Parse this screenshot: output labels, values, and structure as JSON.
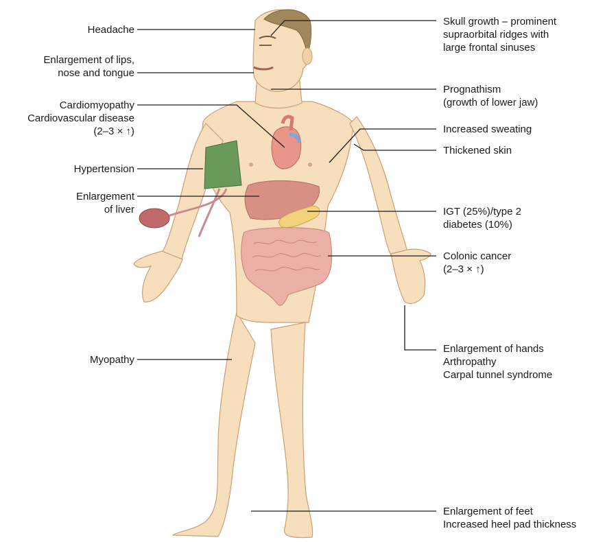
{
  "colors": {
    "skin": "#f6ddb9",
    "skin_outline": "#d9b487",
    "hair": "#a08458",
    "organ_pink": "#eab0a6",
    "liver": "#d98f84",
    "pancreas": "#f2d27a",
    "heart": "#e8958a",
    "cuff": "#6a9a5a",
    "bulb": "#c06b6b",
    "leader_line": "#1a1a1a"
  },
  "labels_left": {
    "headache": [
      "Headache"
    ],
    "lips": [
      "Enlargement of lips,",
      "nose and tongue"
    ],
    "cardio": [
      "Cardiomyopathy",
      "Cardiovascular disease",
      "(2–3 × ↑)"
    ],
    "hypertension": [
      "Hypertension"
    ],
    "liver": [
      "Enlargement",
      "of liver"
    ],
    "myopathy": [
      "Myopathy"
    ]
  },
  "labels_right": {
    "skull": [
      "Skull growth – prominent",
      "supraorbital ridges with",
      "large frontal sinuses"
    ],
    "prognathism": [
      "Prognathism",
      "(growth of lower jaw)"
    ],
    "sweating": [
      "Increased sweating"
    ],
    "skin": [
      "Thickened skin"
    ],
    "igt": [
      "IGT (25%)/type 2",
      "diabetes (10%)"
    ],
    "colonic": [
      "Colonic cancer",
      "(2–3 × ↑)"
    ],
    "hands": [
      "Enlargement of hands",
      "Arthropathy",
      "Carpal tunnel syndrome"
    ],
    "feet": [
      "Enlargement of feet",
      "Increased heel pad thickness"
    ]
  }
}
